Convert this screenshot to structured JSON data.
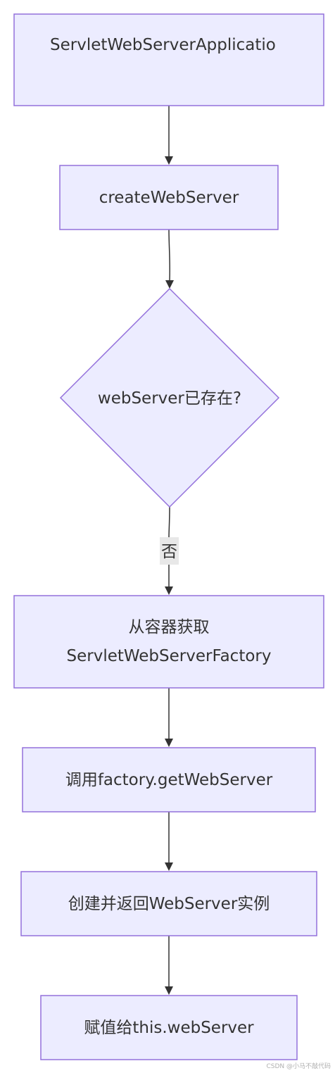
{
  "diagram": {
    "nodes": {
      "servlet_app": {
        "label": "ServletWebServerApplicatio"
      },
      "create_web_server": {
        "label": "createWebServer"
      },
      "web_server_exists": {
        "label": "webServer已存在?"
      },
      "get_factory": {
        "label_line1": "从容器获取",
        "label_line2": "ServletWebServerFactory"
      },
      "call_get_web_server": {
        "label": "调用factory.getWebServer"
      },
      "create_return": {
        "label": "创建并返回WebServer实例"
      },
      "assign": {
        "label": "赋值给this.webServer"
      }
    },
    "edges": {
      "decision_no": {
        "label": "否"
      }
    }
  },
  "watermark": "CSDN @小马不敲代码",
  "colors": {
    "node_fill": "#ECECFF",
    "node_stroke": "#9370DB",
    "edge": "#333333",
    "edge_label_bg": "#e8e8e8",
    "text": "#333333"
  }
}
